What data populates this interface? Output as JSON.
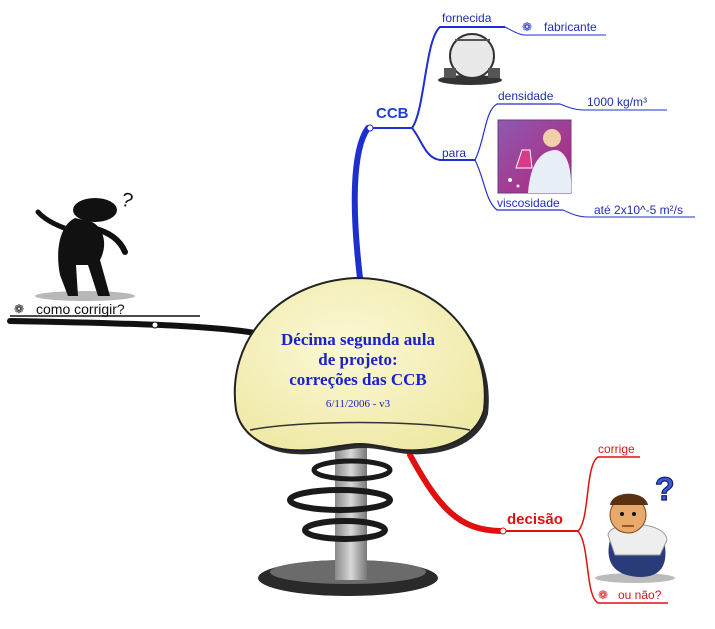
{
  "central": {
    "title_lines": [
      "Décima segunda aula",
      "de projeto:",
      "correções das CCB"
    ],
    "date": "6/11/2006 - v3"
  },
  "ccb": {
    "label": "CCB",
    "fornecida": "fornecida",
    "fabricante": "fabricante",
    "para": "para",
    "densidade": "densidade",
    "densidade_value": "1000 kg/m³",
    "viscosidade": "viscosidade",
    "viscosidade_value": "até 2x10^-5 m²/s"
  },
  "decisao": {
    "label": "decisão",
    "corrige": "corrige",
    "ou_nao": "ou não?"
  },
  "como_corrigir": {
    "label": "como corrigir?"
  },
  "colors": {
    "blue_branch": "#1e2fd0",
    "red_branch": "#e01010",
    "black_branch": "#111111",
    "bubble_fill": "#f7f3bf",
    "title_blue": "#1a22c8"
  },
  "icons": {
    "gear": "gear-icon",
    "thinker": "thinking-stickman-icon",
    "person_question": "confused-person-icon",
    "scientist": "scientist-flask-icon",
    "container": "tank-icon"
  }
}
